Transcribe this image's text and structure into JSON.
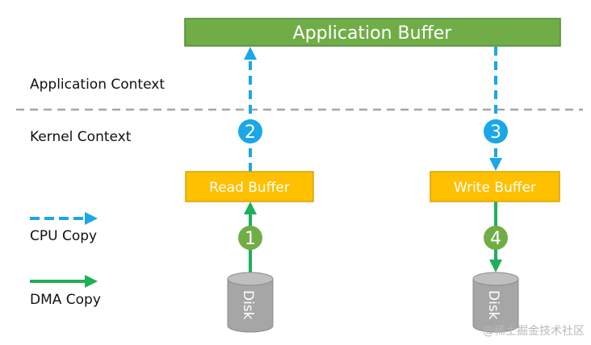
{
  "app_buffer": {
    "label": "Application Buffer"
  },
  "contexts": {
    "application": "Application Context",
    "kernel": "Kernel Context"
  },
  "buffers": {
    "read": "Read Buffer",
    "write": "Write Buffer"
  },
  "disks": {
    "left": "Disk",
    "right": "Disk"
  },
  "steps": [
    "1",
    "2",
    "3",
    "4"
  ],
  "legend": {
    "cpu": "CPU Copy",
    "dma": "DMA Copy"
  },
  "watermark": "@稀土掘金技术社区",
  "colors": {
    "app_buffer_fill": "#71AD47",
    "app_buffer_stroke": "#4F8A33",
    "kernel_buffer_fill": "#FFC000",
    "kernel_buffer_stroke": "#D9A300",
    "cpu_copy": "#1AA7E8",
    "dma_copy": "#1FAF5A",
    "step_cpu": "#1AA7E8",
    "step_dma": "#70AD47",
    "disk": "#A6A6A6",
    "divider": "#A6A6A6",
    "text": "#111111"
  }
}
